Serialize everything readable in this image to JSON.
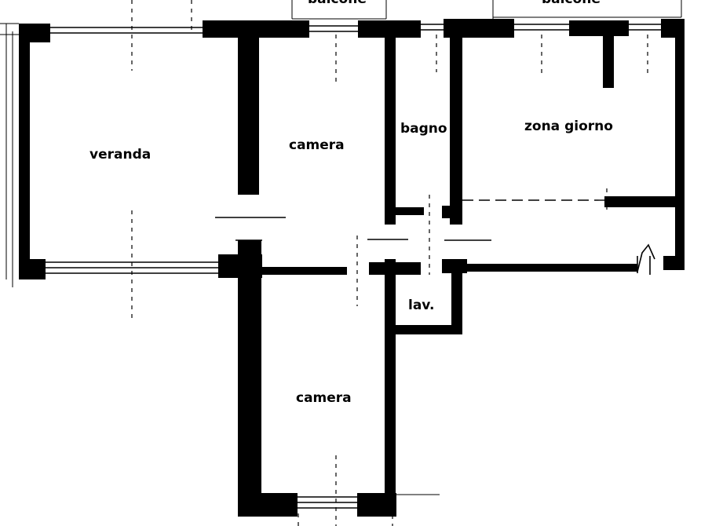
{
  "floorplan": {
    "rooms": {
      "veranda": "veranda",
      "camera_top": "camera",
      "bagno": "bagno",
      "zona_giorno": "zona giorno",
      "lav": "lav.",
      "camera_bottom": "camera"
    },
    "balconies": {
      "left": "balcone",
      "right": "balcone"
    }
  }
}
